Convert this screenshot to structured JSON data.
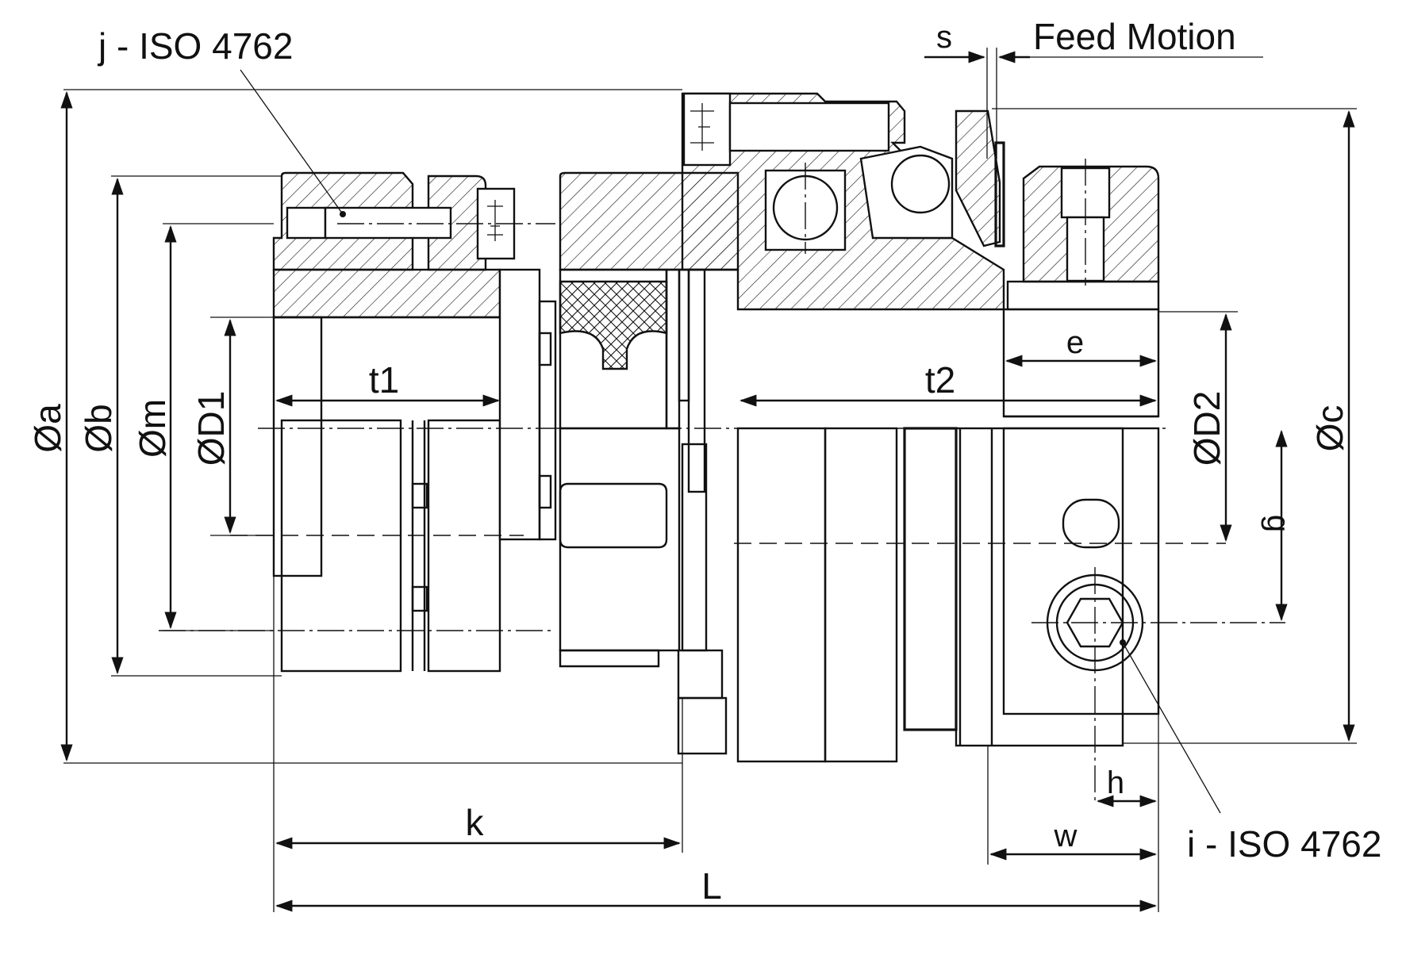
{
  "labels": {
    "screw_j": "j - ISO 4762",
    "feed_motion": "Feed Motion",
    "s": "s",
    "phi_a": "Øa",
    "phi_b": "Øb",
    "phi_m": "Øm",
    "phi_D1": "ØD1",
    "t1": "t1",
    "t2": "t2",
    "e": "e",
    "phi_D2": "ØD2",
    "phi_c": "Øc",
    "g": "g",
    "h": "h",
    "k": "k",
    "w": "w",
    "L": "L",
    "screw_i": "i - ISO 4762"
  },
  "colors": {
    "line": "#111111",
    "background": "#ffffff"
  }
}
